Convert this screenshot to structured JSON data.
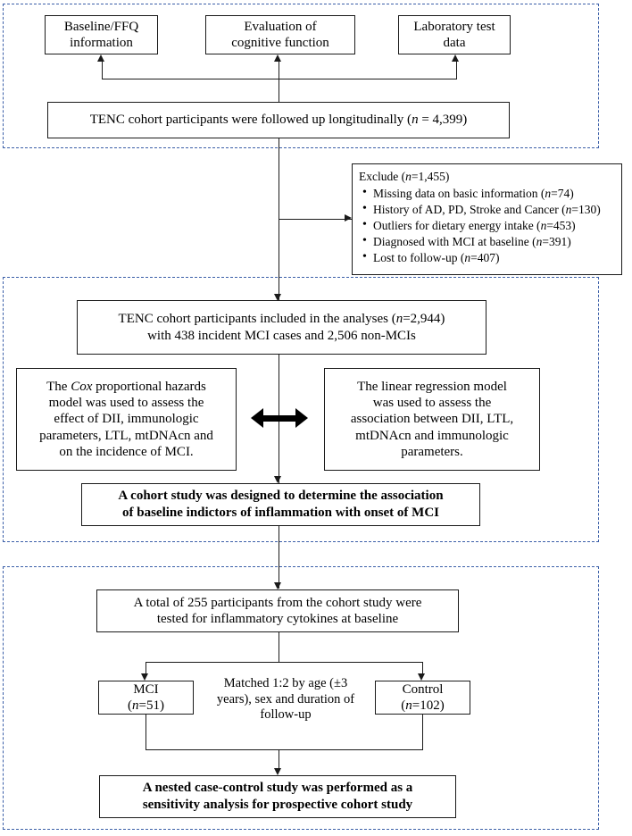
{
  "figure": {
    "type": "study-flowchart",
    "title": "TENC cohort study flow diagram"
  },
  "theme": {
    "panel_border_color": "#3b5fa8",
    "box_border_color": "#1a1a1a",
    "background": "#ffffff",
    "text_color": "#000000"
  },
  "panels": [
    {
      "id": "panel-cohort-followup"
    },
    {
      "id": "panel-cohort-analysis"
    },
    {
      "id": "panel-nested-case-control"
    }
  ],
  "top_sources": [
    {
      "line1": "Baseline/FFQ",
      "line2": "information"
    },
    {
      "line1": "Evaluation of",
      "line2": "cognitive function"
    },
    {
      "line1": "Laboratory test",
      "line2": "data"
    }
  ],
  "followup_box": {
    "text_before": "TENC cohort participants were followed up longitudinally (",
    "n_italic": "n",
    "text_after": " = 4,399)"
  },
  "exclusion": {
    "title_before": "Exclude (",
    "title_n": "n",
    "title_after": "=1,455)",
    "items": [
      {
        "text": "Missing data on basic information (",
        "n": "n",
        "after": "=74)"
      },
      {
        "text": "History of AD, PD, Stroke and Cancer (",
        "n": "n",
        "after": "=130)"
      },
      {
        "text": "Outliers for dietary energy intake (",
        "n": "n",
        "after": "=453)"
      },
      {
        "text": "Diagnosed with MCI at baseline (",
        "n": "n",
        "after": "=391)"
      },
      {
        "text": "Lost to follow-up (",
        "n": "n",
        "after": "=407)"
      }
    ]
  },
  "analysis_box": {
    "line1_before": "TENC cohort  participants included in the analyses (",
    "line1_n": "n",
    "line1_after": "=2,944)",
    "line2": "with 438 incident MCI cases and 2,506 non-MCIs"
  },
  "models": {
    "left": {
      "l1_a": "The ",
      "l1_it": "Cox",
      "l1_b": " proportional hazards",
      "l2": "model was used to assess the",
      "l3": "effect of DII, immunologic",
      "l4": "parameters, LTL, mtDNAcn and",
      "l5": "on the incidence of MCI."
    },
    "right": {
      "l1": "The linear regression model",
      "l2": "was used to assess the",
      "l3": "association between DII, LTL,",
      "l4": "mtDNAcn and immunologic",
      "l5": "parameters."
    },
    "relation_icon": "double-headed-arrow"
  },
  "cohort_conclusion": {
    "line1": "A cohort study was designed to determine the association",
    "line2": "of baseline indictors of inflammation with onset of MCI"
  },
  "cytokine_box": {
    "line1": "A total of 255 participants from the cohort study were",
    "line2": "tested for inflammatory cytokines at baseline"
  },
  "matching_caption": {
    "line1": "Matched 1:2 by age (±3",
    "line2": "years), sex and duration of",
    "line3": "follow-up"
  },
  "groups": {
    "case": {
      "label": "MCI",
      "n_italic": "n",
      "n_after": "=51)",
      "paren_open": "("
    },
    "control": {
      "label": "Control",
      "n_italic": "n",
      "n_after": "=102)",
      "paren_open": "("
    }
  },
  "nested_conclusion": {
    "line1": "A nested case-control study was performed  as a",
    "line2": "sensitivity analysis for prospective cohort study"
  }
}
